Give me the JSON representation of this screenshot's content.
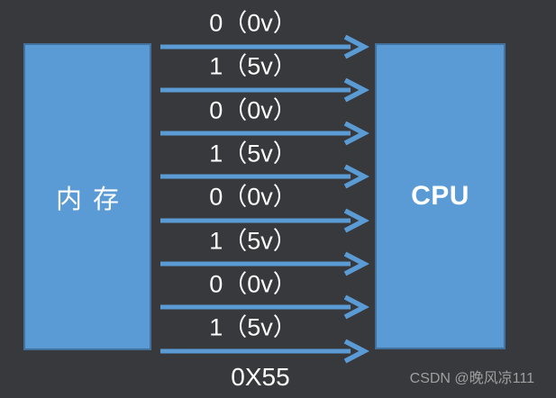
{
  "memory_box": {
    "label": "内存"
  },
  "cpu_box": {
    "label": "CPU"
  },
  "bits": [
    {
      "label": "0（0v）"
    },
    {
      "label": "1（5v）"
    },
    {
      "label": "0（0v）"
    },
    {
      "label": "1（5v）"
    },
    {
      "label": "0（0v）"
    },
    {
      "label": "1（5v）"
    },
    {
      "label": "0（0v）"
    },
    {
      "label": "1（5v）"
    }
  ],
  "result_label": "0X55",
  "watermark": "CSDN @晚风凉111",
  "colors": {
    "background": "#38393d",
    "box_fill": "#5b9bd5",
    "box_border": "#41719c",
    "arrow": "#5b9bd5",
    "text": "#ffffff",
    "watermark": "#9f9f9f"
  }
}
